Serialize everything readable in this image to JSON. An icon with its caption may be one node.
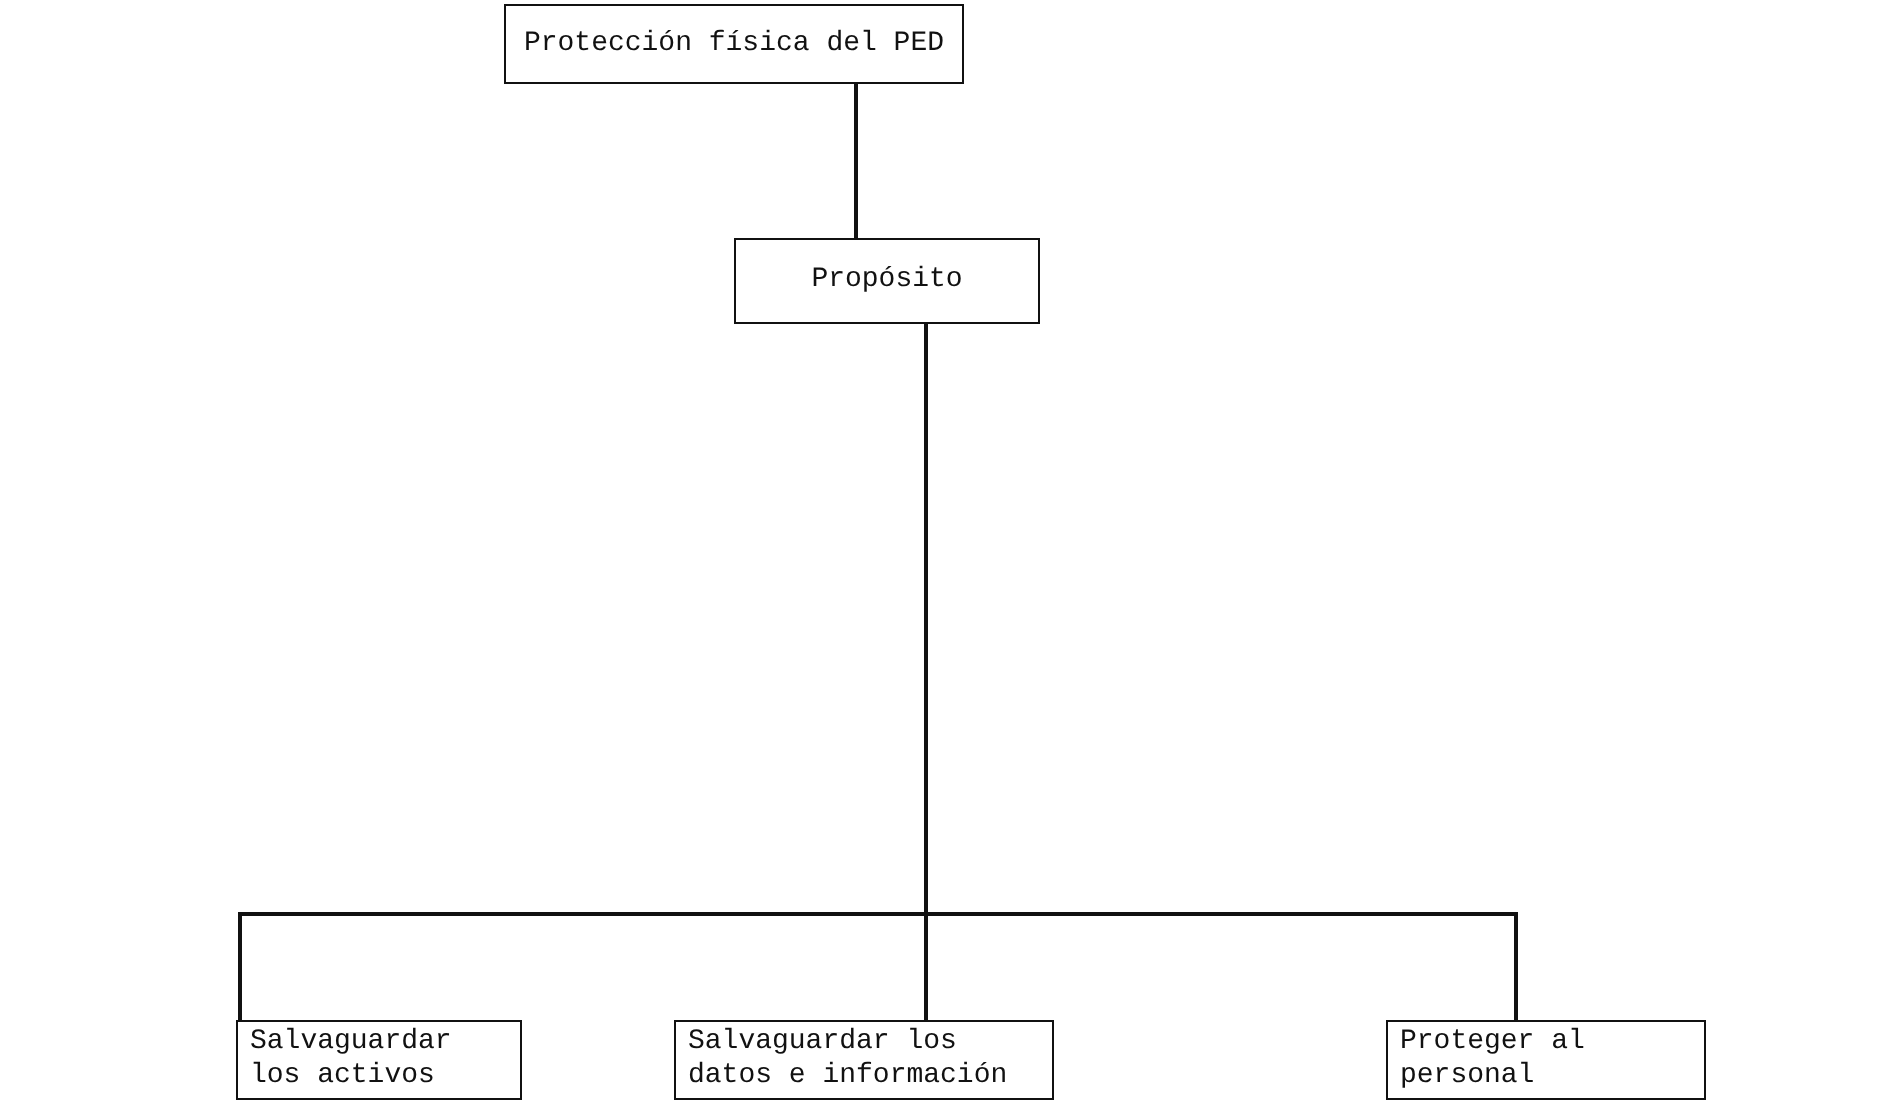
{
  "diagram": {
    "nodes": [
      {
        "text": [
          "Protección física del PED"
        ]
      },
      {
        "text": [
          "Propósito"
        ]
      },
      {
        "text": [
          "Salvaguardar los activos"
        ]
      },
      {
        "text": [
          "Salvaguardar los datos e información"
        ]
      },
      {
        "text": [
          "Proteger al personal"
        ]
      }
    ],
    "edges": [
      {
        "from": 0,
        "to": 1,
        "arrow": "none"
      },
      {
        "from": 1,
        "to": 2,
        "arrow": "none"
      },
      {
        "from": 1,
        "to": 3,
        "arrow": "none"
      },
      {
        "from": 1,
        "to": 4,
        "arrow": "none"
      }
    ]
  }
}
